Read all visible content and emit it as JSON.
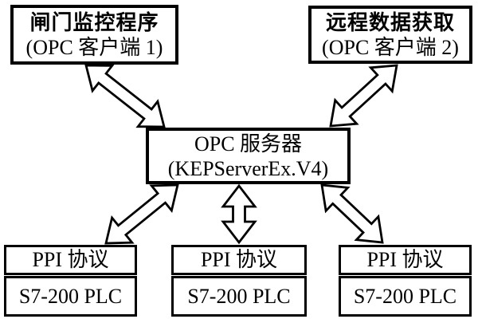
{
  "colors": {
    "line": "#000000",
    "box_fill": "#ffffff",
    "arrow_fill": "#ffffff",
    "text": "#000000",
    "background": "#ffffff"
  },
  "nodes": {
    "client1": {
      "line1": "闸门监控程序",
      "line2": "(OPC 客户端 1)"
    },
    "client2": {
      "line1": "远程数据获取",
      "line2": "(OPC 客户端 2)"
    },
    "server": {
      "line1": "OPC 服务器",
      "line2": "(KEPServerEx.V4)"
    }
  },
  "plc_stacks": [
    {
      "protocol": "PPI 协议",
      "device": "S7-200 PLC"
    },
    {
      "protocol": "PPI 协议",
      "device": "S7-200 PLC"
    },
    {
      "protocol": "PPI 协议",
      "device": "S7-200 PLC"
    }
  ],
  "edges": [
    {
      "from": "opc-client-1",
      "to": "opc-server",
      "bidirectional": true
    },
    {
      "from": "opc-client-2",
      "to": "opc-server",
      "bidirectional": true
    },
    {
      "from": "opc-server",
      "to": "plc-1",
      "bidirectional": true
    },
    {
      "from": "opc-server",
      "to": "plc-2",
      "bidirectional": true
    },
    {
      "from": "opc-server",
      "to": "plc-3",
      "bidirectional": true
    }
  ]
}
